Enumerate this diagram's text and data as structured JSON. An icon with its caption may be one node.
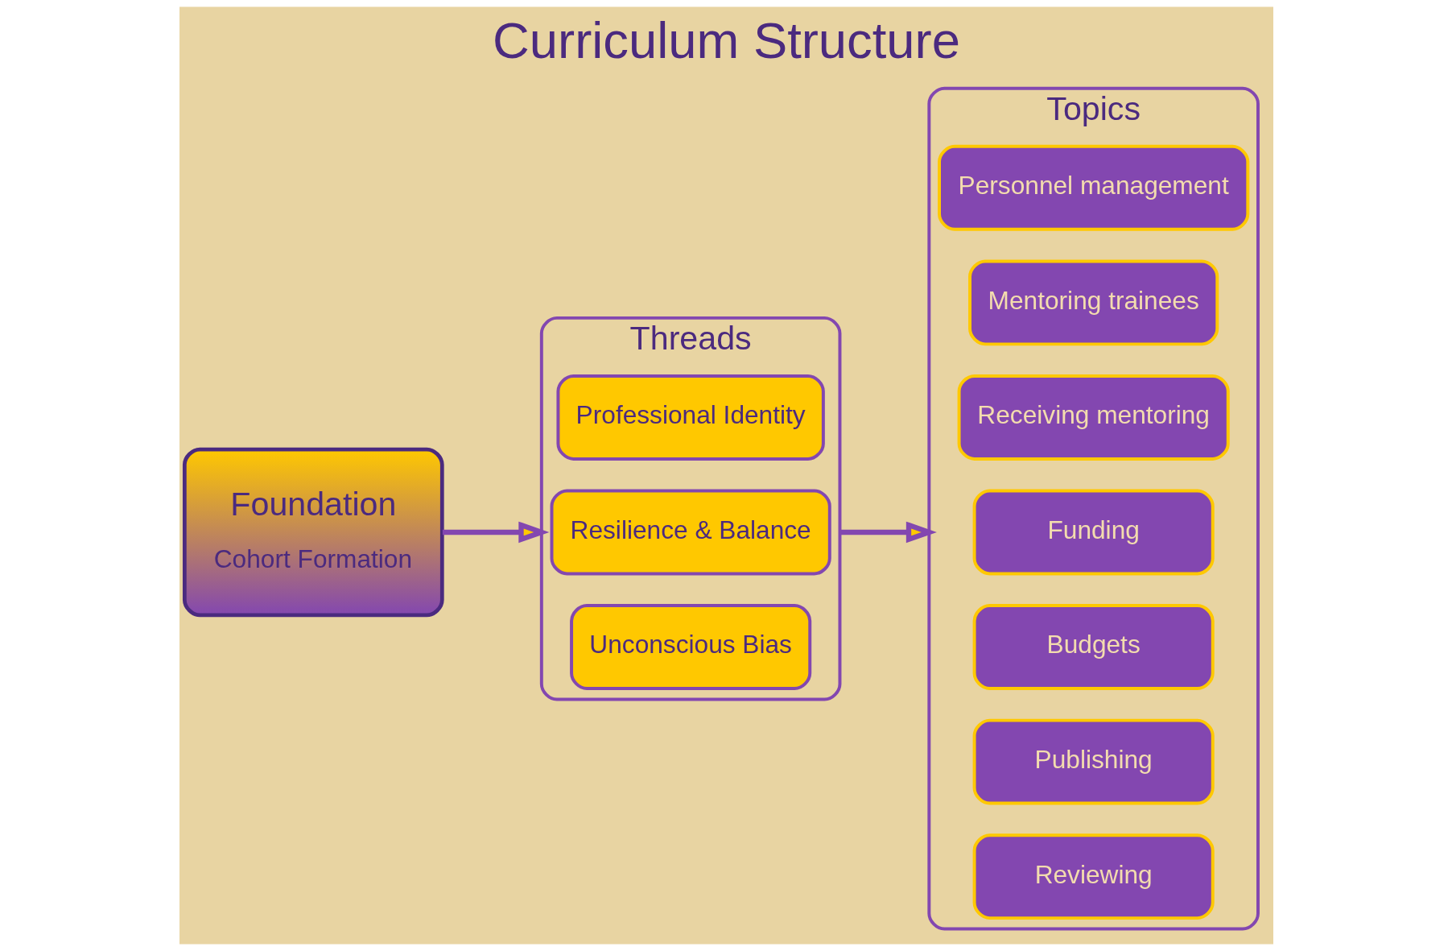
{
  "diagram": {
    "title": "Curriculum Structure",
    "nodes": [
      {
        "text": [
          "Foundation",
          "Cohort Formation"
        ]
      },
      {
        "text": [
          "Threads"
        ]
      },
      {
        "text": [
          "Professional Identity"
        ],
        "in": 1
      },
      {
        "text": [
          "Resilience & Balance"
        ],
        "in": 1
      },
      {
        "text": [
          "Unconscious Bias"
        ],
        "in": 1
      },
      {
        "text": [
          "Topics"
        ]
      },
      {
        "text": [
          "Personnel management"
        ],
        "in": 5
      },
      {
        "text": [
          "Mentoring trainees"
        ],
        "in": 5
      },
      {
        "text": [
          "Receiving mentoring"
        ],
        "in": 5
      },
      {
        "text": [
          "Funding"
        ],
        "in": 5
      },
      {
        "text": [
          "Budgets"
        ],
        "in": 5
      },
      {
        "text": [
          "Publishing"
        ],
        "in": 5
      },
      {
        "text": [
          "Reviewing"
        ],
        "in": 5
      }
    ],
    "edges": [
      {
        "from": 0,
        "to": 1,
        "arrow": "to"
      },
      {
        "from": 1,
        "to": 5,
        "arrow": "to"
      }
    ]
  }
}
